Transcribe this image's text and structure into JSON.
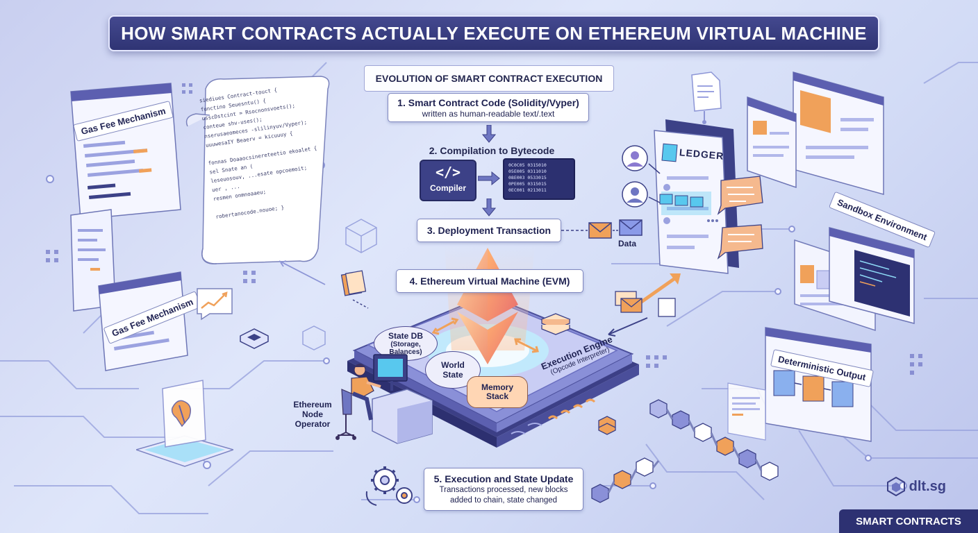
{
  "title": "HOW SMART CONTRACTS ACTUALLY EXECUTE ON ETHEREUM VIRTUAL MACHINE",
  "flow_header": "EVOLUTION OF SMART CONTRACT EXECUTION",
  "steps": [
    {
      "title": "1. Smart Contract Code (Solidity/Vyper)",
      "subtitle": "written as human-readable text/.text"
    },
    {
      "title": "2. Compilation to Bytecode"
    },
    {
      "title": "3. Deployment Transaction"
    },
    {
      "title": "4. Ethereum Virtual Machine (EVM)"
    },
    {
      "title": "5. Execution and State Update",
      "subtitle_line1": "Transactions processed, new blocks",
      "subtitle_line2": "added to chain, state changed"
    }
  ],
  "compiler": {
    "icon": "</>",
    "label": "Compiler"
  },
  "bytecode_lines": [
    "0C0C05 0315010",
    "05E005 0311010",
    "08E003 0533015",
    "0PE005 0315015",
    "0EC001 0213011"
  ],
  "deployment_data_label": "Data",
  "evm_components": {
    "state_db": "State DB",
    "state_db_detail": "(Storage, Balances)",
    "world_state_line1": "World",
    "world_state_line2": "State",
    "memory_stack_line1": "Memory",
    "memory_stack_line2": "Stack",
    "execution_engine": "Execution Engine",
    "execution_engine_detail": "(Opcode Interpreter)"
  },
  "operator": {
    "line1": "Ethereum",
    "line2": "Node",
    "line3": "Operator"
  },
  "side_labels": {
    "gas_fee_top": "Gas Fee Mechanism",
    "gas_fee_bottom": "Gas Fee Mechanism",
    "ledger": "LEDGER",
    "sandbox": "Sandbox Environment",
    "deterministic": "Deterministic Output"
  },
  "code_scroll_lines": [
    "siediues Contract-touct {",
    "functino Seuesntu() {",
    "usscDstcint = Rsocnonsvoets();",
    "conteue shv-uses();",
    "nserusaeomeces -slilinyuv/Vyper);",
    "uuuwesaIY Beaerv = kicuuuy {",
    "",
    "fonnas Doaaocsinereteetio ekoalet {",
    "sel Snate an (",
    "leseuosouv, ...esate opcoemoit;",
    "uer , ...",
    "resmen onmnoaaeu;",
    "",
    "robertanocode.nouoe; }"
  ],
  "brand": "dlt.sg",
  "footer_tag": "SMART CONTRACTS",
  "colors": {
    "title_bg": "#2f3474",
    "accent_orange": "#f0a15a",
    "panel_purple": "#5c5fb0"
  }
}
